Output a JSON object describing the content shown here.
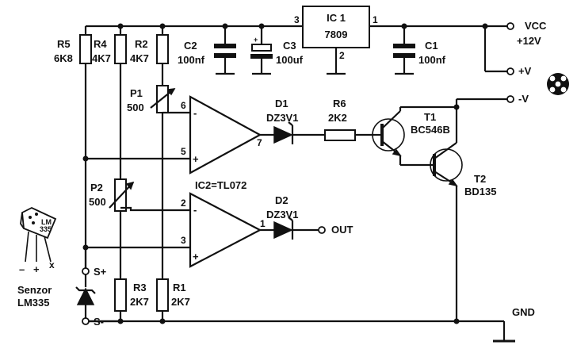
{
  "ic1": {
    "name": "IC 1",
    "part": "7809",
    "pin_in": "3",
    "pin_out": "1",
    "pin_gnd": "2"
  },
  "caps": {
    "c2": {
      "name": "C2",
      "value": "100nf"
    },
    "c3": {
      "name": "C3",
      "value": "100uf"
    },
    "c1": {
      "name": "C1",
      "value": "100nf"
    }
  },
  "resistors": {
    "r5": {
      "name": "R5",
      "value": "6K8"
    },
    "r4": {
      "name": "R4",
      "value": "4K7"
    },
    "r2": {
      "name": "R2",
      "value": "4K7"
    },
    "r6": {
      "name": "R6",
      "value": "2K2"
    },
    "r3": {
      "name": "R3",
      "value": "2K7"
    },
    "r1": {
      "name": "R1",
      "value": "2K7"
    }
  },
  "pots": {
    "p1": {
      "name": "P1",
      "value": "500"
    },
    "p2": {
      "name": "P2",
      "value": "500"
    }
  },
  "opamp": {
    "name": "IC2=TL072",
    "pins": {
      "p6": "6",
      "p5": "5",
      "p7": "7",
      "p2": "2",
      "p3": "3",
      "p1": "1"
    }
  },
  "diodes": {
    "d1": {
      "name": "D1",
      "value": "DZ3V1"
    },
    "d2": {
      "name": "D2",
      "value": "DZ3V1"
    }
  },
  "transistors": {
    "t1": {
      "name": "T1",
      "part": "BC546B"
    },
    "t2": {
      "name": "T2",
      "part": "BD135"
    }
  },
  "terminals": {
    "vcc": "VCC",
    "vcc_value": "+12V",
    "plus_v": "+V",
    "minus_v": "-V",
    "out": "OUT",
    "gnd": "GND",
    "s_plus": "S+",
    "s_minus": "S-"
  },
  "sensor": {
    "label1": "Senzor",
    "label2": "LM335",
    "pkg_line1": "LM",
    "pkg_line2": "335",
    "lead_minus": "–",
    "lead_plus": "+",
    "lead_x": "x"
  },
  "polarity": {
    "minus": "-",
    "plus": "+"
  }
}
